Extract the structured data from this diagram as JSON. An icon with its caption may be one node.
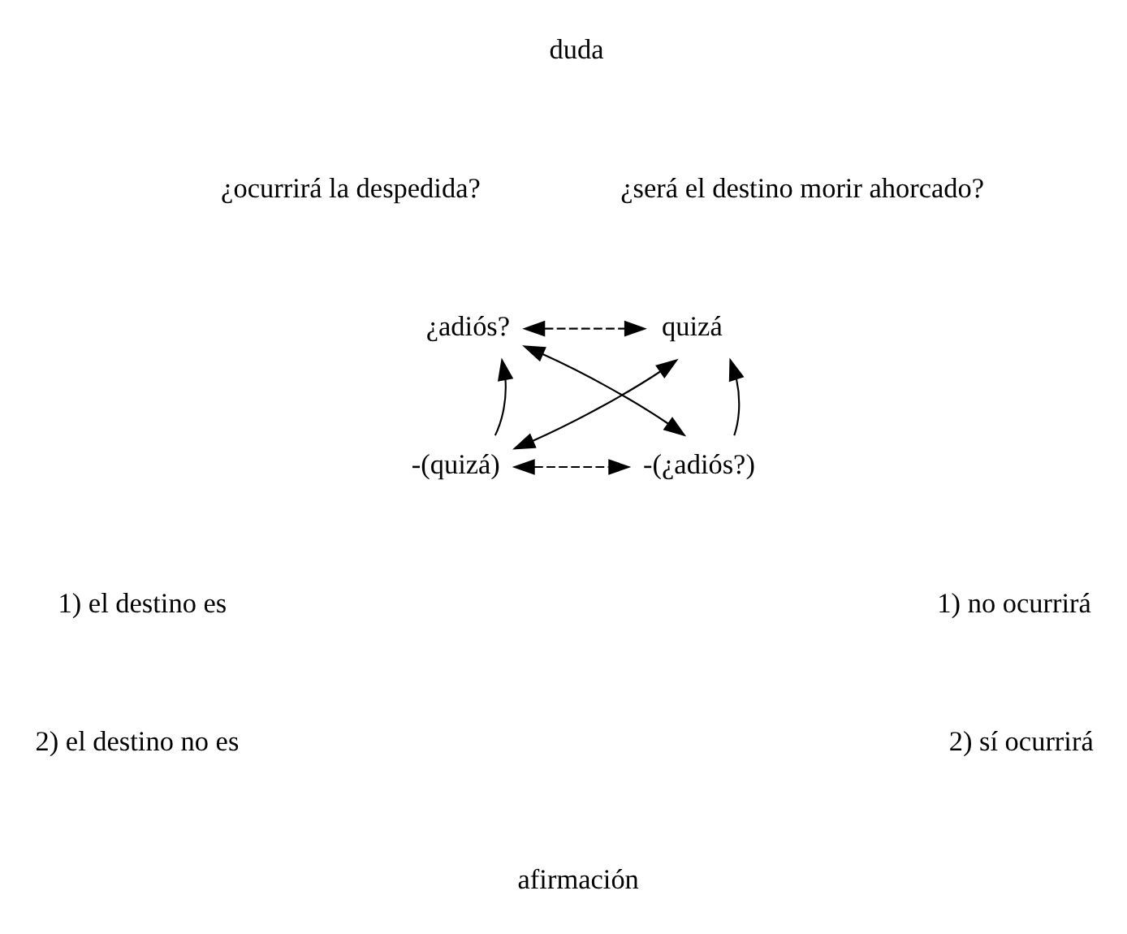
{
  "diagram": {
    "nodes": [
      {
        "text": [
          "¿adiós?"
        ]
      },
      {
        "text": [
          "quizá"
        ]
      },
      {
        "text": [
          "-(quizá)"
        ]
      },
      {
        "text": [
          "-(¿adiós?)"
        ]
      }
    ],
    "edges": [
      {
        "from": 0,
        "to": 1,
        "arrow": "both",
        "style": "dashed"
      },
      {
        "from": 2,
        "to": 3,
        "arrow": "both",
        "style": "dashed"
      },
      {
        "from": 0,
        "to": 3,
        "arrow": "both"
      },
      {
        "from": 1,
        "to": 2,
        "arrow": "both"
      },
      {
        "from": 2,
        "to": 0,
        "arrow": "to"
      },
      {
        "from": 3,
        "to": 1,
        "arrow": "to"
      }
    ],
    "labels": [
      "duda",
      "¿ocurrirá la despedida?",
      "¿será el destino morir ahorcado?",
      "1) el destino es",
      "1) no ocurrirá",
      "2) el destino no es",
      "2) sí ocurrirá",
      "afirmación"
    ]
  }
}
